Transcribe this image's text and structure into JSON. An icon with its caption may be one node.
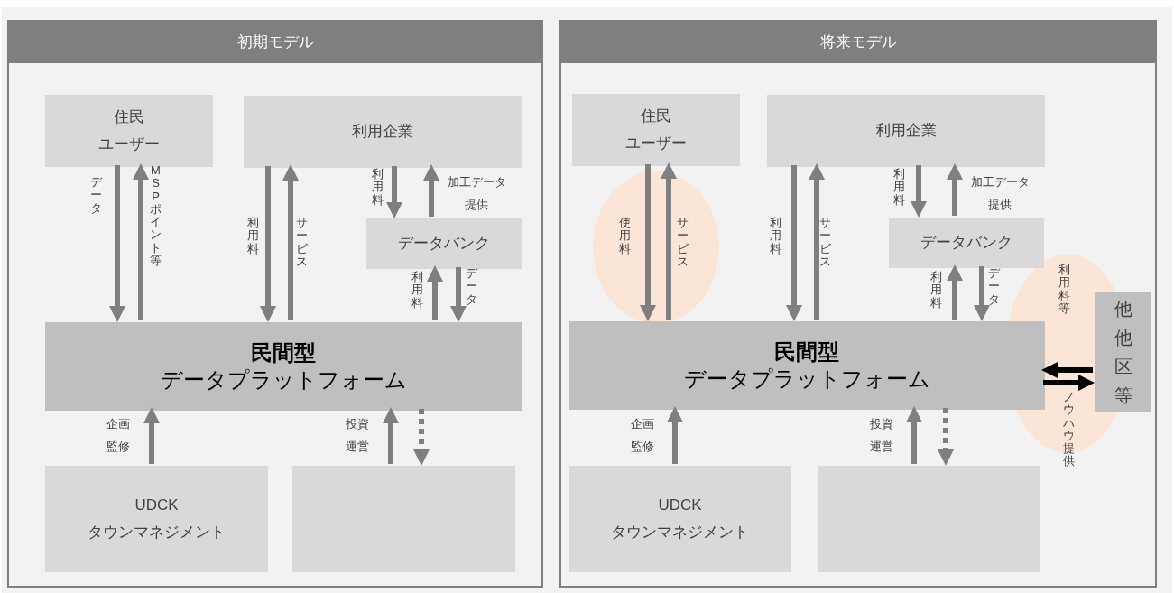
{
  "diagram": {
    "nodes": [
      {
        "text": [
          "初期モデル"
        ]
      },
      {
        "text": [
          "住民",
          "ユーザー"
        ],
        "in": 0
      },
      {
        "text": [
          "利用企業"
        ],
        "in": 0
      },
      {
        "text": [
          "データバンク"
        ],
        "in": 0
      },
      {
        "text": [
          "民間型",
          "データプラットフォーム"
        ],
        "in": 0
      },
      {
        "text": [
          "UDCK",
          "タウンマネジメント"
        ],
        "in": 0
      },
      {
        "text": [],
        "shape": "box",
        "in": 0
      },
      {
        "text": [
          "将来モデル"
        ]
      },
      {
        "text": [
          "住民",
          "ユーザー"
        ],
        "in": 7
      },
      {
        "text": [
          "利用企業"
        ],
        "in": 7
      },
      {
        "text": [
          "データバンク"
        ],
        "in": 7
      },
      {
        "text": [
          "民間型",
          "データプラットフォーム"
        ],
        "in": 7
      },
      {
        "text": [
          "UDCK",
          "タウンマネジメント"
        ],
        "in": 7
      },
      {
        "text": [],
        "shape": "box",
        "in": 7
      },
      {
        "text": [
          "他他区等"
        ],
        "in": 7
      }
    ],
    "edges": [
      {
        "from": 1,
        "to": 4,
        "arrow": "to",
        "label": "データ"
      },
      {
        "from": 4,
        "to": 1,
        "arrow": "to",
        "label": "MSPポイント等"
      },
      {
        "from": 2,
        "to": 4,
        "arrow": "to",
        "label": "利用料"
      },
      {
        "from": 4,
        "to": 2,
        "arrow": "to",
        "label": "サービス"
      },
      {
        "from": 2,
        "to": 3,
        "arrow": "to",
        "label": "利用料"
      },
      {
        "from": 3,
        "to": 2,
        "arrow": "to",
        "label": "加工データ提供"
      },
      {
        "from": 4,
        "to": 3,
        "arrow": "to",
        "label": "利用料"
      },
      {
        "from": 3,
        "to": 4,
        "arrow": "to",
        "label": "データ"
      },
      {
        "from": 5,
        "to": 4,
        "arrow": "to",
        "label": "企画監修"
      },
      {
        "from": 6,
        "to": 4,
        "arrow": "to",
        "label": "投資運営"
      },
      {
        "from": 4,
        "to": 6,
        "arrow": "to",
        "style": "dashed"
      },
      {
        "from": 8,
        "to": 11,
        "arrow": "to",
        "label": "使用料"
      },
      {
        "from": 11,
        "to": 8,
        "arrow": "to",
        "label": "サービス"
      },
      {
        "from": 9,
        "to": 11,
        "arrow": "to",
        "label": "利用料"
      },
      {
        "from": 11,
        "to": 9,
        "arrow": "to",
        "label": "サービス"
      },
      {
        "from": 9,
        "to": 10,
        "arrow": "to",
        "label": "利用料"
      },
      {
        "from": 10,
        "to": 9,
        "arrow": "to",
        "label": "加工データ提供"
      },
      {
        "from": 11,
        "to": 10,
        "arrow": "to",
        "label": "利用料"
      },
      {
        "from": 10,
        "to": 11,
        "arrow": "to",
        "label": "データ"
      },
      {
        "from": 12,
        "to": 11,
        "arrow": "to",
        "label": "企画監修"
      },
      {
        "from": 13,
        "to": 11,
        "arrow": "to",
        "label": "投資運営"
      },
      {
        "from": 11,
        "to": 13,
        "arrow": "to",
        "style": "dashed"
      },
      {
        "from": 14,
        "to": 11,
        "arrow": "to",
        "label": "利用料等",
        "color": "#000000"
      },
      {
        "from": 11,
        "to": 14,
        "arrow": "to",
        "label": "ノウハウ提供",
        "color": "#000000"
      }
    ]
  }
}
